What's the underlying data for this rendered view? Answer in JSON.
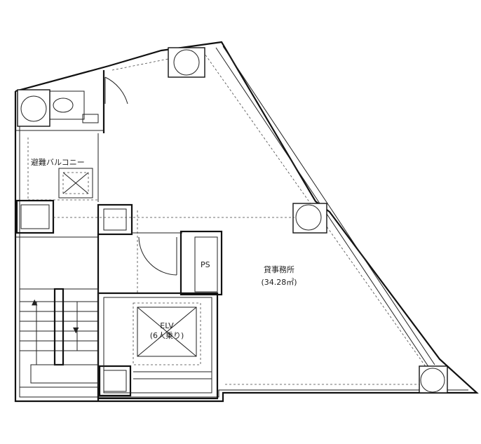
{
  "labels": {
    "balcony": "避難バルコニー",
    "ps": "PS",
    "office_name": "貸事務所",
    "office_area": "(34.28㎡)",
    "elevator_name": "ELV",
    "elevator_capacity": "(6人乗り)"
  },
  "stair_arrows": {
    "up": "▲",
    "down": "▼"
  }
}
